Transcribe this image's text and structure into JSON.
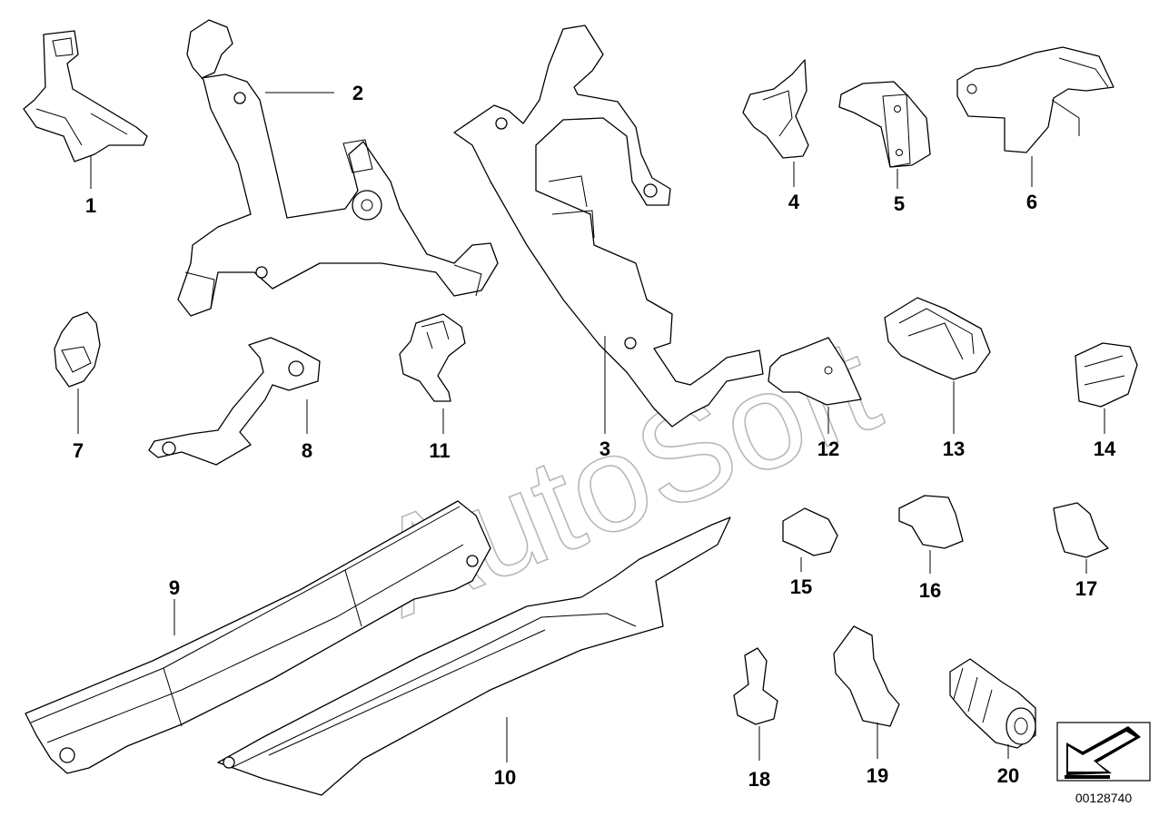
{
  "diagram": {
    "watermark": "AutoSoft",
    "reference_number": "00128740",
    "callouts": [
      {
        "id": "p1",
        "label": "1"
      },
      {
        "id": "p2",
        "label": "2"
      },
      {
        "id": "p3",
        "label": "3"
      },
      {
        "id": "p4",
        "label": "4"
      },
      {
        "id": "p5",
        "label": "5"
      },
      {
        "id": "p6",
        "label": "6"
      },
      {
        "id": "p7",
        "label": "7"
      },
      {
        "id": "p8",
        "label": "8"
      },
      {
        "id": "p9",
        "label": "9"
      },
      {
        "id": "p10",
        "label": "10"
      },
      {
        "id": "p11",
        "label": "11"
      },
      {
        "id": "p12",
        "label": "12"
      },
      {
        "id": "p13",
        "label": "13"
      },
      {
        "id": "p14",
        "label": "14"
      },
      {
        "id": "p15",
        "label": "15"
      },
      {
        "id": "p16",
        "label": "16"
      },
      {
        "id": "p17",
        "label": "17"
      },
      {
        "id": "p18",
        "label": "18"
      },
      {
        "id": "p19",
        "label": "19"
      },
      {
        "id": "p20",
        "label": "20"
      }
    ],
    "icons": {
      "orientation": "direction-arrow-icon"
    }
  }
}
